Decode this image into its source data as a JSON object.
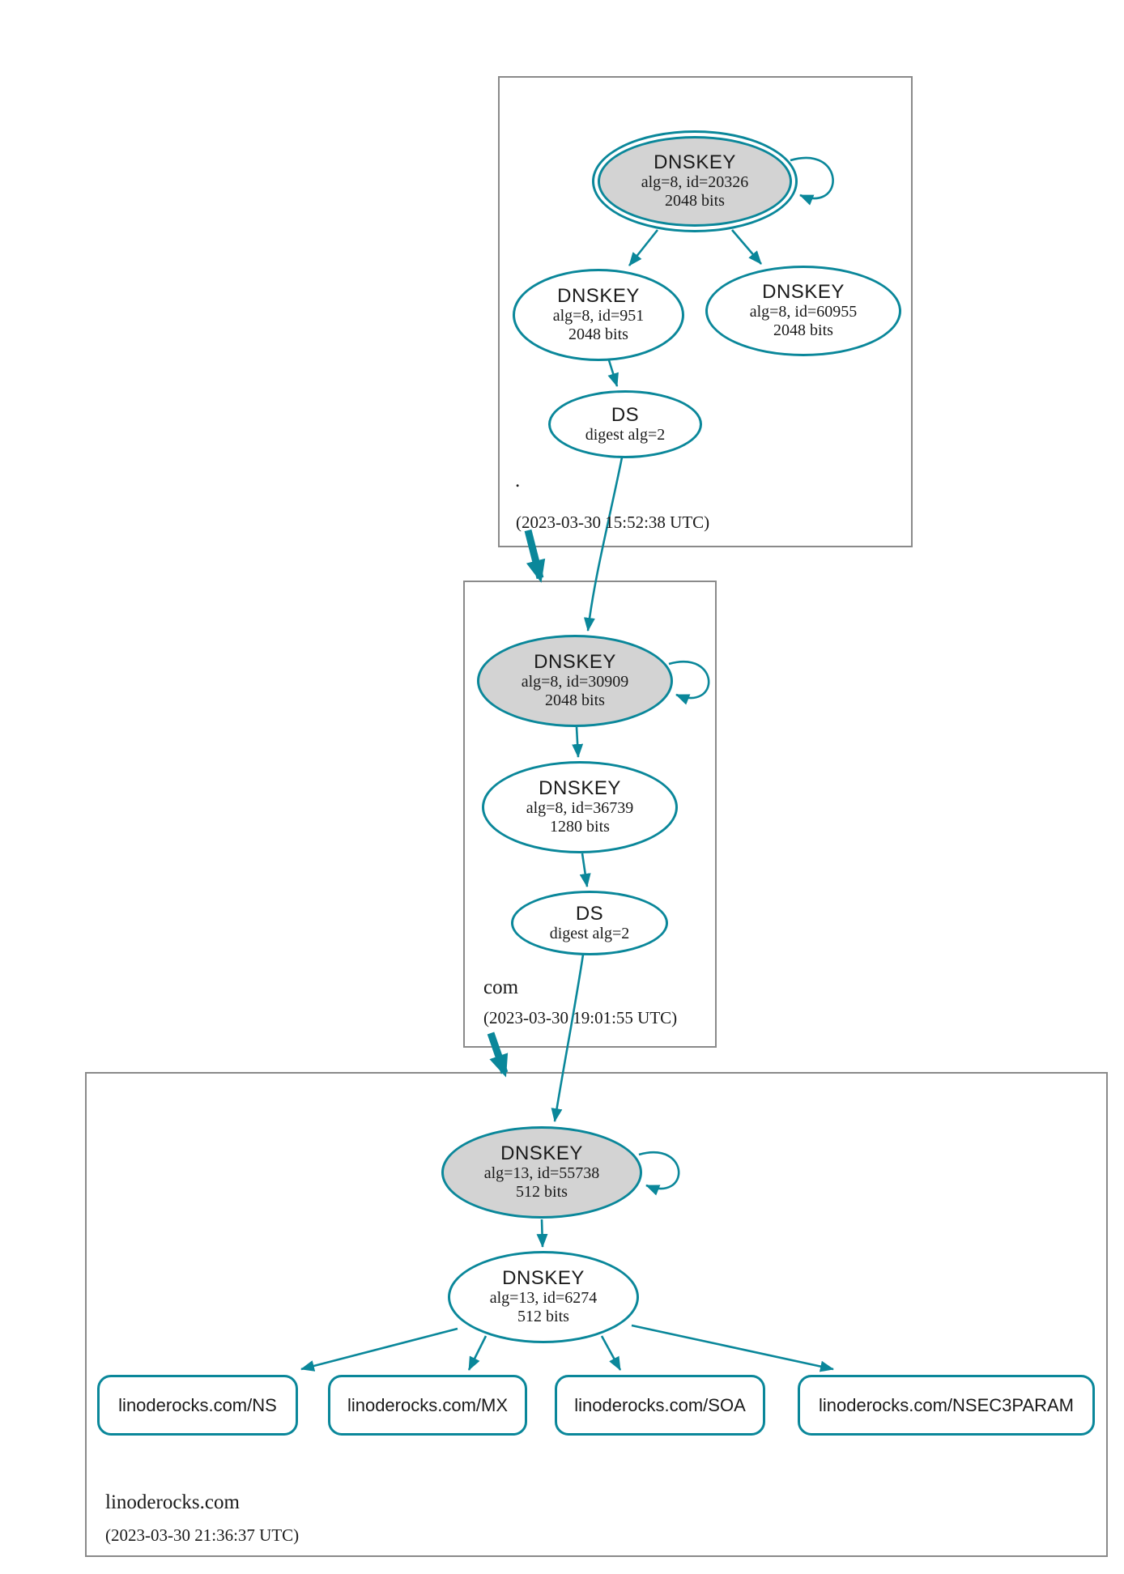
{
  "diagram_type": "dnssec-authentication-chain",
  "colors": {
    "secure_edge": "#0a879a",
    "ksk_fill": "#d3d3d3",
    "zone_box_border": "#8a8a8a"
  },
  "zones": {
    "root": {
      "name": ".",
      "timestamp": "(2023-03-30 15:52:38 UTC)",
      "ksk": {
        "title": "DNSKEY",
        "detail": "alg=8, id=20326",
        "bits": "2048 bits"
      },
      "zsk": {
        "title": "DNSKEY",
        "detail": "alg=8, id=951",
        "bits": "2048 bits"
      },
      "standby": {
        "title": "DNSKEY",
        "detail": "alg=8, id=60955",
        "bits": "2048 bits"
      },
      "ds": {
        "title": "DS",
        "detail": "digest alg=2"
      }
    },
    "com": {
      "name": "com",
      "timestamp": "(2023-03-30 19:01:55 UTC)",
      "ksk": {
        "title": "DNSKEY",
        "detail": "alg=8, id=30909",
        "bits": "2048 bits"
      },
      "zsk": {
        "title": "DNSKEY",
        "detail": "alg=8, id=36739",
        "bits": "1280 bits"
      },
      "ds": {
        "title": "DS",
        "detail": "digest alg=2"
      }
    },
    "linoderocks": {
      "name": "linoderocks.com",
      "timestamp": "(2023-03-30 21:36:37 UTC)",
      "ksk": {
        "title": "DNSKEY",
        "detail": "alg=13, id=55738",
        "bits": "512 bits"
      },
      "zsk": {
        "title": "DNSKEY",
        "detail": "alg=13, id=6274",
        "bits": "512 bits"
      },
      "rrsets": [
        {
          "label": "linoderocks.com/NS"
        },
        {
          "label": "linoderocks.com/MX"
        },
        {
          "label": "linoderocks.com/SOA"
        },
        {
          "label": "linoderocks.com/NSEC3PARAM"
        }
      ]
    }
  }
}
